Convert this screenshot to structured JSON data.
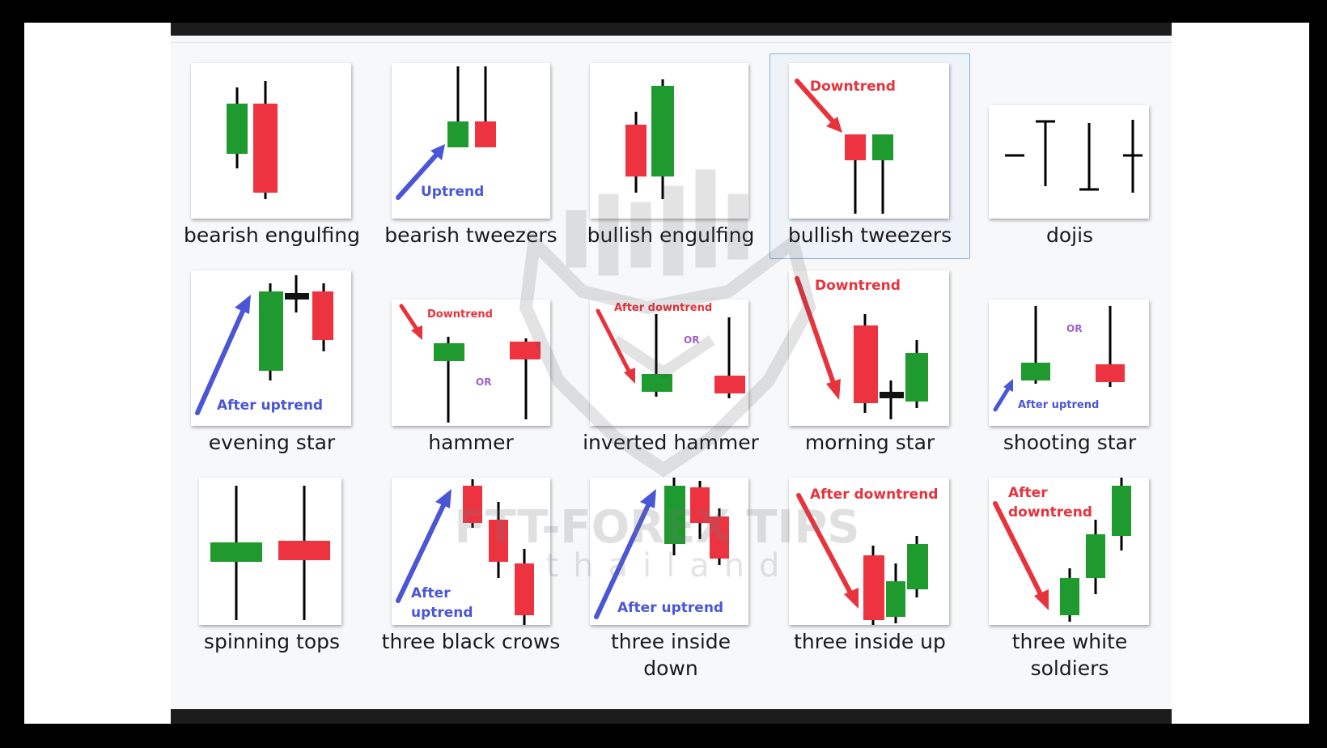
{
  "watermark": {
    "brand": "FTT-FOREX TIPS",
    "sub": "thailand"
  },
  "tiles": [
    {
      "caption": "bearish engulfing"
    },
    {
      "caption": "bearish tweezers",
      "note": "Uptrend"
    },
    {
      "caption": "bullish engulfing"
    },
    {
      "caption": "bullish tweezers",
      "note": "Downtrend"
    },
    {
      "caption": "dojis"
    },
    {
      "caption": "evening star",
      "note": "After uptrend"
    },
    {
      "caption": "hammer",
      "note": "Downtrend",
      "or": "OR"
    },
    {
      "caption": "inverted hammer",
      "note": "After downtrend",
      "or": "OR"
    },
    {
      "caption": "morning star",
      "note": "Downtrend"
    },
    {
      "caption": "shooting star",
      "note": "After uptrend",
      "or": "OR"
    },
    {
      "caption": "spinning tops"
    },
    {
      "caption": "three black crows",
      "note": "After\nuptrend"
    },
    {
      "caption": "three inside\ndown",
      "note": "After uptrend"
    },
    {
      "caption": "three inside up",
      "note": "After downtrend"
    },
    {
      "caption": "three white\nsoldiers",
      "note": "After\ndowntrend"
    }
  ],
  "colors": {
    "bull": "#1e9a2e",
    "bear": "#ee3340",
    "up_arrow": "#4a56d6",
    "down_arrow": "#e8323c"
  }
}
